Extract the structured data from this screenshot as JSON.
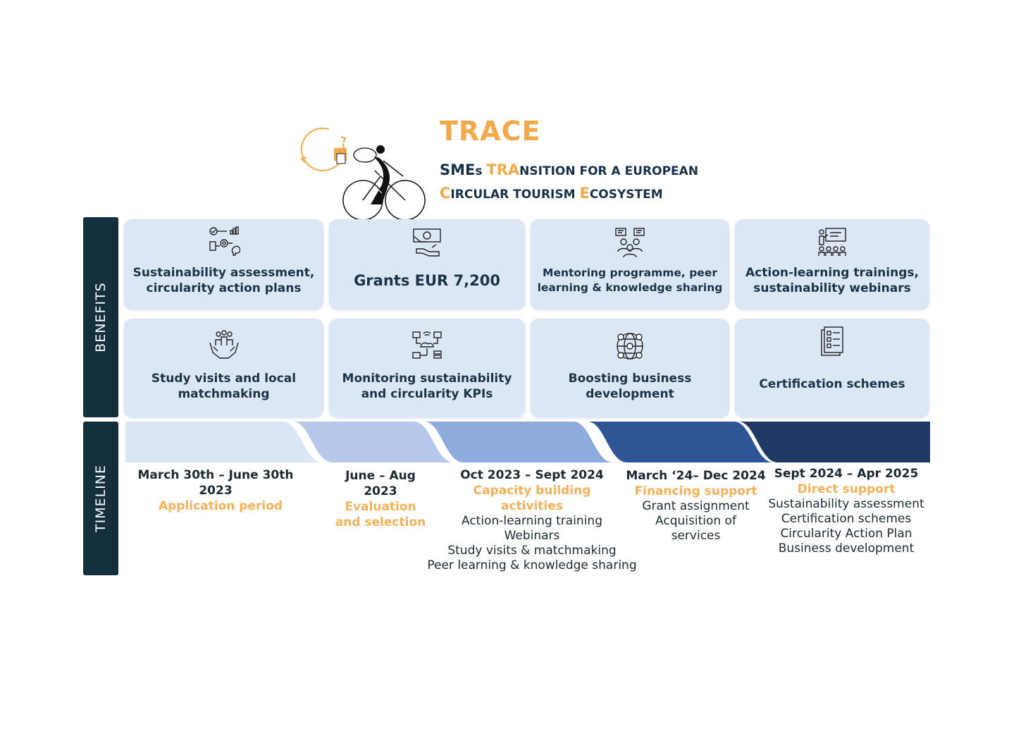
{
  "header": {
    "title": "TRACE",
    "subtitle_line1": {
      "p1": "SME",
      "p2": "s ",
      "p3": "TRA",
      "p4": "NSITION FOR A EUROPEAN"
    },
    "subtitle_line2": {
      "p1": "C",
      "p2": "IRCULAR TOURISM ",
      "p3": "E",
      "p4": "COSYSTEM"
    }
  },
  "side_labels": {
    "benefits": "BENEFITS",
    "timeline": "TIMELINE"
  },
  "benefits": [
    {
      "icon": "assessment-icon",
      "label": "Sustainability assessment, circularity action plans"
    },
    {
      "icon": "grant-money-icon",
      "label": "Grants EUR 7,200"
    },
    {
      "icon": "mentoring-icon",
      "label": "Mentoring programme, peer learning & knowledge sharing"
    },
    {
      "icon": "training-icon",
      "label": "Action-learning trainings, sustainability webinars"
    },
    {
      "icon": "community-hands-icon",
      "label": "Study visits and local matchmaking"
    },
    {
      "icon": "network-kpi-icon",
      "label": "Monitoring sustainability and circularity KPIs"
    },
    {
      "icon": "business-network-icon",
      "label": "Boosting business development"
    },
    {
      "icon": "certificate-checklist-icon",
      "label": "Certification schemes"
    }
  ],
  "timeline": {
    "colors": [
      "#dbe6f5",
      "#b6c9ea",
      "#8eabdd",
      "#2f5597",
      "#203864"
    ],
    "phases": [
      {
        "date": "March 30th – June 30th 2023",
        "phase": "Application period",
        "items": []
      },
      {
        "date": "June – Aug 2023",
        "phase": "Evaluation and selection",
        "items": []
      },
      {
        "date": "Oct 2023 – Sept 2024",
        "phase": "Capacity building activities",
        "items": [
          "Action-learning training",
          "Webinars",
          "Study visits & matchmaking",
          "Peer learning & knowledge sharing"
        ]
      },
      {
        "date": "March ‘24– Dec 2024",
        "phase": "Financing support",
        "items": [
          "Grant assignment",
          "Acquisition of services"
        ]
      },
      {
        "date": "Sept 2024 – Apr 2025",
        "phase": "Direct support",
        "items": [
          "Sustainability assessment",
          "Certification schemes",
          "Circularity Action Plan",
          "Business development"
        ]
      }
    ]
  }
}
